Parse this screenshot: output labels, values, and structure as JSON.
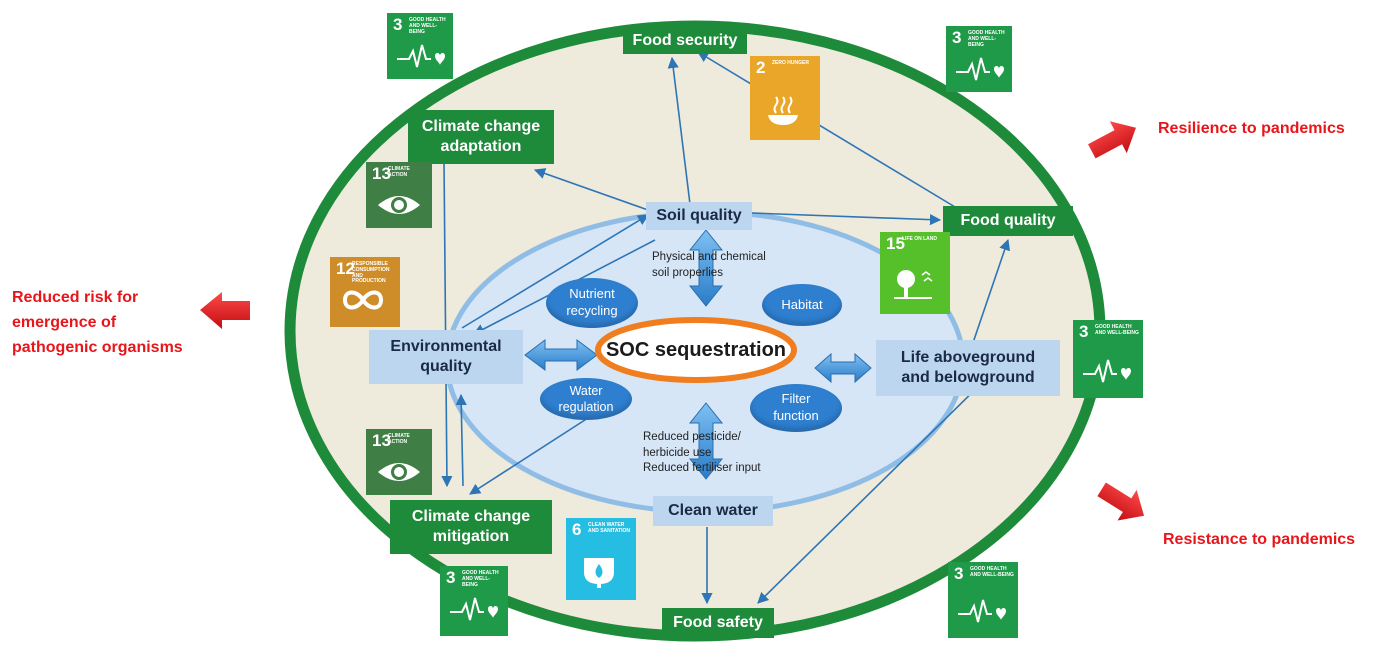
{
  "outer_labels": {
    "food_security": "Food security",
    "climate_adaptation": "Climate change\nadaptation",
    "food_quality": "Food quality",
    "climate_mitigation": "Climate change\nmitigation",
    "food_safety": "Food safety"
  },
  "inner_labels": {
    "soil_quality": "Soil quality",
    "environmental_quality": "Environmental\nquality",
    "life": "Life aboveground\nand belowground",
    "clean_water": "Clean water",
    "center": "SOC sequestration"
  },
  "functions": {
    "nutrient": "Nutrient\nrecycling",
    "habitat": "Habitat",
    "water": "Water\nregulation",
    "filter": "Filter\nfunction"
  },
  "notes": {
    "physical": "Physical and chemical\nsoil properlies",
    "reduced": "Reduced pesticide/\nherbicide use\nReduced fertiliser input"
  },
  "outcomes": {
    "reduced_risk": "Reduced risk for\nemergence of\npathogenic organisms",
    "resilience": "Resilience to pandemics",
    "resistance": "Resistance to pandemics"
  },
  "sdg_badges": [
    {
      "id": "sdg3-topleft",
      "number": "3",
      "title": "Good health and well-being",
      "color": "#1f9a48",
      "icon": "heartbeat-icon"
    },
    {
      "id": "sdg3-topright",
      "number": "3",
      "title": "Good health and well-being",
      "color": "#1f9a48",
      "icon": "heartbeat-icon"
    },
    {
      "id": "sdg2",
      "number": "2",
      "title": "Zero hunger",
      "color": "#e9a628",
      "icon": "bowl-icon"
    },
    {
      "id": "sdg13-upper",
      "number": "13",
      "title": "Climate action",
      "color": "#3f7e44",
      "icon": "eye-globe-icon"
    },
    {
      "id": "sdg12",
      "number": "12",
      "title": "Responsible consumption and production",
      "color": "#cf8d2a",
      "icon": "infinity-icon"
    },
    {
      "id": "sdg15",
      "number": "15",
      "title": "Life on land",
      "color": "#56c02b",
      "icon": "tree-icon"
    },
    {
      "id": "sdg3-right",
      "number": "3",
      "title": "Good health and well-being",
      "color": "#1f9a48",
      "icon": "heartbeat-icon"
    },
    {
      "id": "sdg13-lower",
      "number": "13",
      "title": "Climate action",
      "color": "#3f7e44",
      "icon": "eye-globe-icon"
    },
    {
      "id": "sdg6",
      "number": "6",
      "title": "Clean water and sanitation",
      "color": "#26bde2",
      "icon": "water-drop-icon"
    },
    {
      "id": "sdg3-bottomleft",
      "number": "3",
      "title": "Good health and well-being",
      "color": "#1f9a48",
      "icon": "heartbeat-icon"
    },
    {
      "id": "sdg3-bottomright",
      "number": "3",
      "title": "Good health and well-being",
      "color": "#1f9a48",
      "icon": "heartbeat-icon"
    }
  ],
  "colors": {
    "outer_ellipse_fill": "#eeeadc",
    "outer_ellipse_stroke": "#1e8b3a",
    "inner_ellipse_fill": "#d6e6f6",
    "inner_ellipse_stroke": "#8fbde6",
    "connector": "#2e75b6",
    "center_ring": "#f07d1e",
    "outcome_text": "#e8161b",
    "outcome_arrow": "#e8161b"
  }
}
